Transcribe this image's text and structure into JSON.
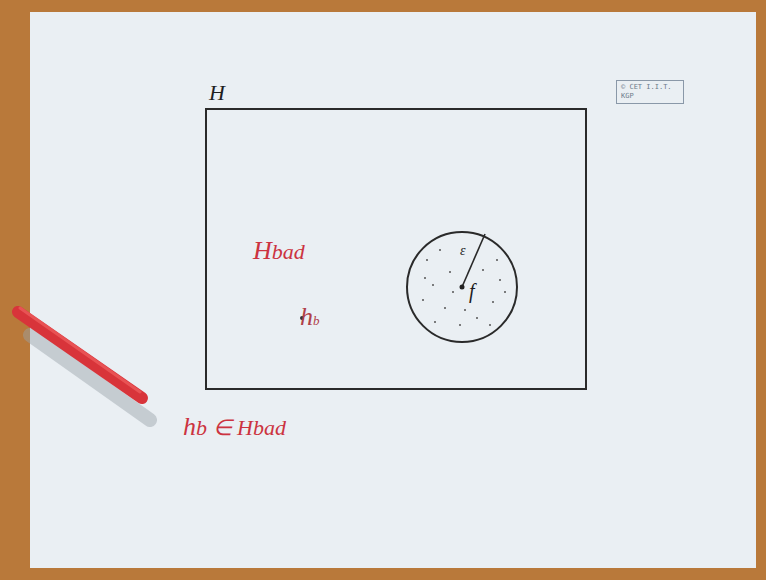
{
  "diagram": {
    "nodes": [
      {
        "text": [
          "H"
        ]
      },
      {
        "text": [
          "ε",
          "f"
        ],
        "in": 0
      }
    ],
    "labels": [
      "Hbad",
      "hb",
      "hb ∈ Hbad",
      "© CET I.I.T. KGP"
    ]
  }
}
